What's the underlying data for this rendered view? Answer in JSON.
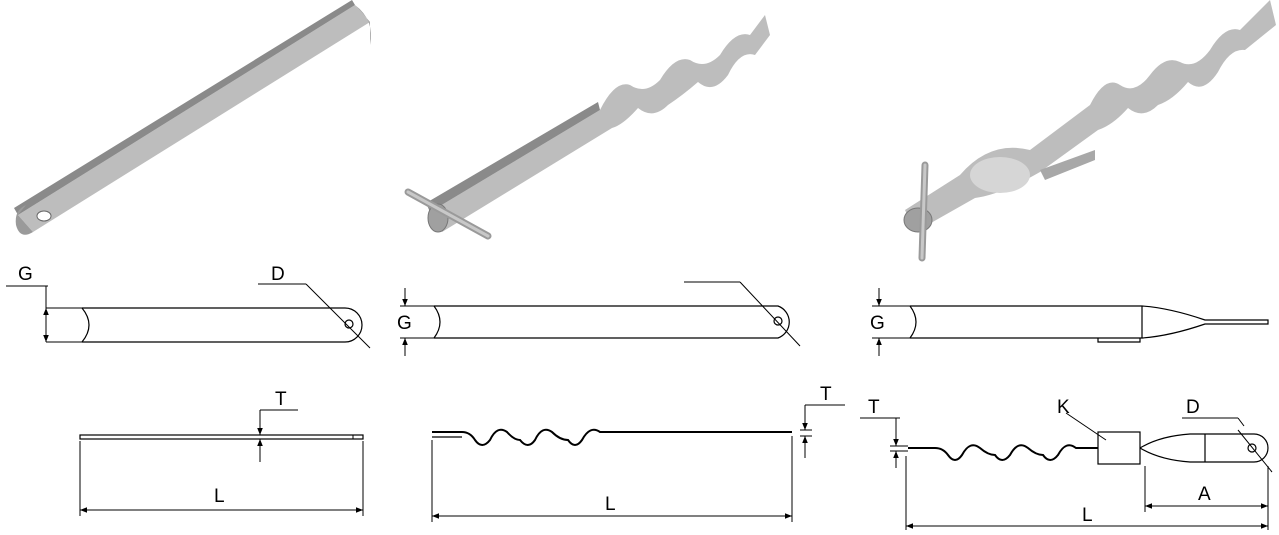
{
  "colors": {
    "metal_top": "#8a8a8a",
    "metal_side": "#bdbdbd",
    "metal_dark": "#6e6e6e",
    "ink": "#000000"
  },
  "parts": [
    {
      "id": "strap-flat",
      "labels": {
        "g": "G",
        "d": "D",
        "t": "T",
        "l": "L"
      }
    },
    {
      "id": "strap-wave-pin",
      "labels": {
        "g": "G",
        "t": "T",
        "l": "L"
      }
    },
    {
      "id": "strap-wave-ferrule",
      "labels": {
        "g": "G",
        "t": "T",
        "k": "K",
        "d": "D",
        "a": "A",
        "l": "L"
      }
    }
  ]
}
